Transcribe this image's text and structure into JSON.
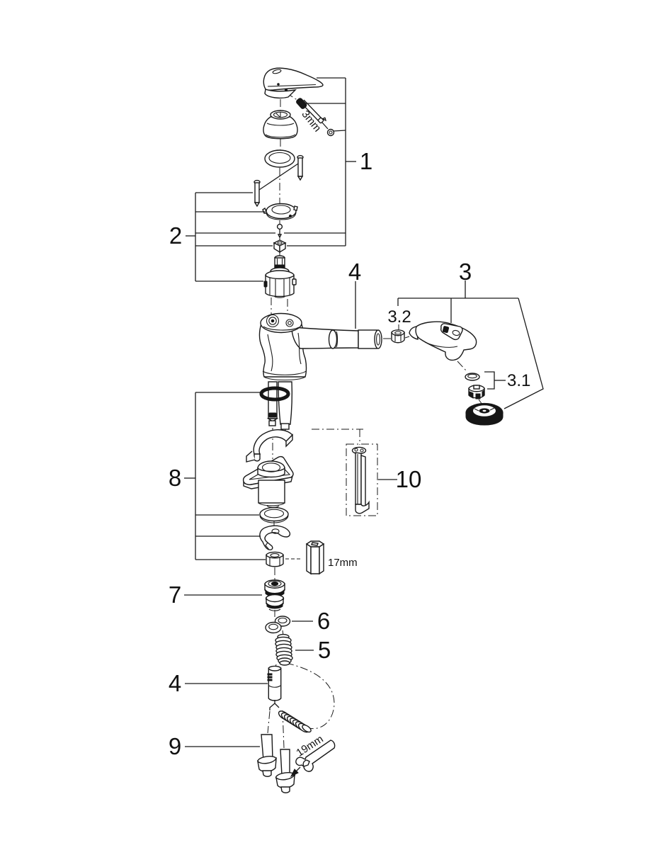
{
  "diagram": {
    "kind": "exploded-parts-diagram",
    "subject": "pull-out spray kitchen faucet",
    "colors": {
      "line": "#1a1a1a",
      "background": "#ffffff",
      "text": "#111111"
    },
    "callouts": {
      "n1": "1",
      "n2": "2",
      "n3": "3",
      "n3_1": "3.1",
      "n3_2": "3.2",
      "n4_spout": "4",
      "n4_tube": "4",
      "n5": "5",
      "n6": "6",
      "n7": "7",
      "n8": "8",
      "n9": "9",
      "n10": "10"
    },
    "tools": {
      "hex_key": "3mm",
      "socket": "17mm",
      "wrench": "19mm"
    }
  }
}
